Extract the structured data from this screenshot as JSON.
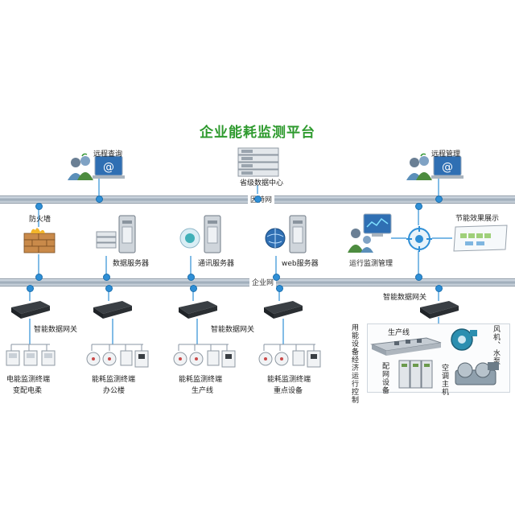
{
  "title": "企业能耗监测平台",
  "top": {
    "remote_query": "远程查询",
    "data_center": "省级数据中心",
    "remote_manage": "远程管理"
  },
  "bus": {
    "internet": "因特网",
    "enterprise": "企业网"
  },
  "mid": {
    "firewall": "防火墙",
    "data_server": "数据服务器",
    "comm_server": "通讯服务器",
    "web_server": "web服务器",
    "monitor_mgmt": "运行监测管理",
    "energy_display": "节能效果展示"
  },
  "gateways": {
    "g1": "智能数据网关",
    "g3": "智能数据网关",
    "g5": "智能数据网关"
  },
  "terminals": [
    {
      "line1": "电能监测终端",
      "line2": "变配电柔"
    },
    {
      "line1": "能耗监测终端",
      "line2": "办公楼"
    },
    {
      "line1": "能耗监测终端",
      "line2": "生产线"
    },
    {
      "line1": "能耗监测终端",
      "line2": "重点设备"
    }
  ],
  "equipment": {
    "side_label": "用能设备经济运行控制",
    "production_line": "生产线",
    "distribution": "配网设备",
    "fan_pump": "风机、水泵",
    "ac_host": "空调主机"
  },
  "colors": {
    "title": "#2e9a2e",
    "link": "#2f8fd6"
  }
}
